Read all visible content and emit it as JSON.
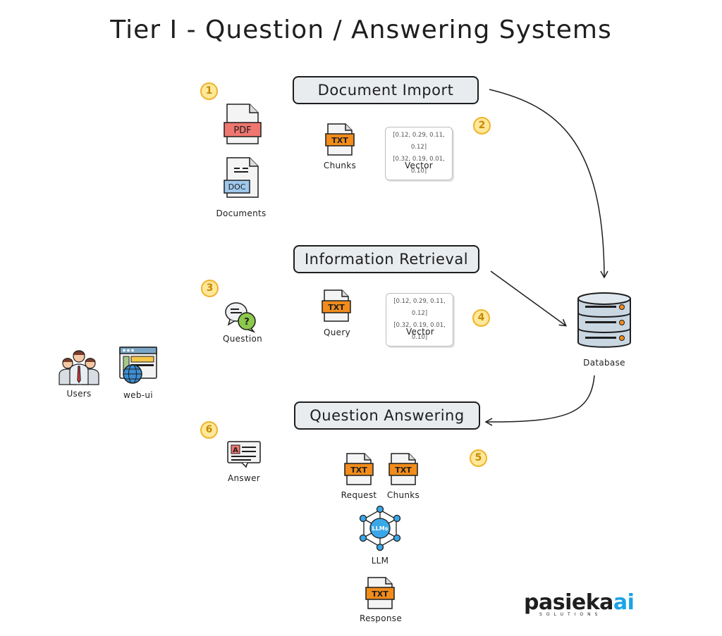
{
  "title": "Tier I - Question / Answering Systems",
  "stages": {
    "import": "Document Import",
    "retrieval": "Information Retrieval",
    "answering": "Question Answering"
  },
  "steps": [
    "1",
    "2",
    "3",
    "4",
    "5",
    "6"
  ],
  "icons": {
    "pdf": "PDF",
    "doc": "DOC",
    "txt": "TXT",
    "llm": "LLMs",
    "answer_letter": "A"
  },
  "labels": {
    "documents": "Documents",
    "chunks": "Chunks",
    "vector": "Vector",
    "question": "Question",
    "query": "Query",
    "vector2": "Vector",
    "database": "Database",
    "users": "Users",
    "webui": "web-ui",
    "answer": "Answer",
    "request": "Request",
    "chunks2": "Chunks",
    "llm": "LLM",
    "response": "Response"
  },
  "vectors": {
    "import": [
      "[0.12, 0.29, 0.11, 0.12]",
      "[0.32, 0.19, 0.01, 0.10]"
    ],
    "retrieval": [
      "[0.12, 0.29, 0.11, 0.12]",
      "[0.32, 0.19, 0.01, 0.10]"
    ]
  },
  "brand": {
    "name": "pasieka",
    "ai": "ai",
    "sub": "SOLUTIONS"
  },
  "colors": {
    "txt_orange": "#f28c1b",
    "pdf_red": "#f07670",
    "doc_blue": "#9fc8ec",
    "step_yellow": "#ffe89a",
    "llm_blue": "#3aa7e8",
    "brand_ai": "#1aa3e8"
  }
}
